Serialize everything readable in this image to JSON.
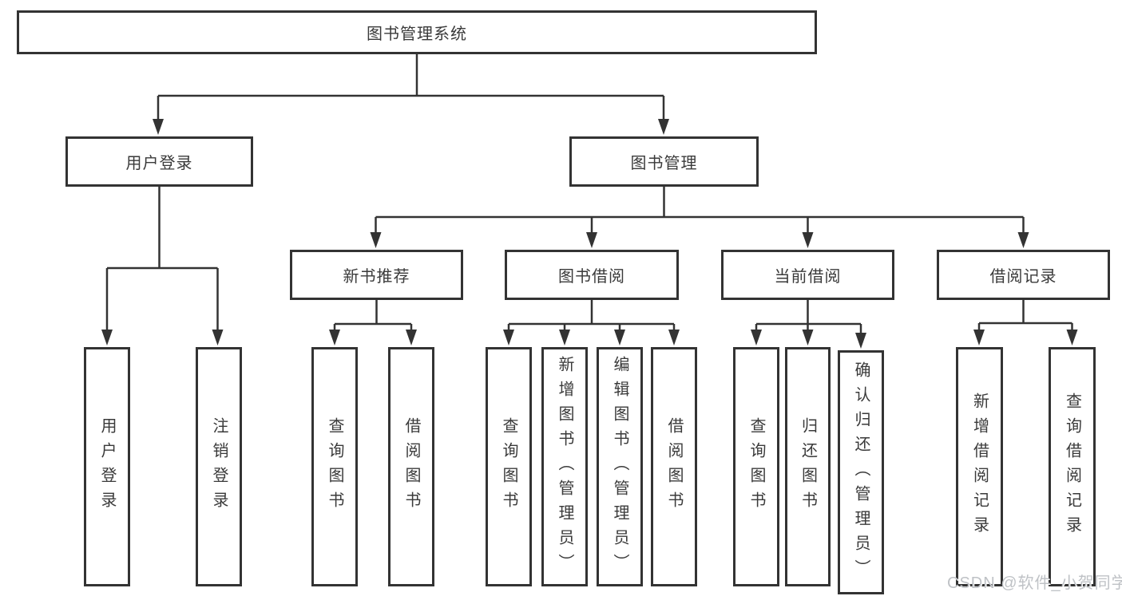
{
  "tree": {
    "label": "图书管理系统",
    "children": [
      {
        "label": "用户登录",
        "children": [
          {
            "label": "用户登录"
          },
          {
            "label": "注销登录"
          }
        ]
      },
      {
        "label": "图书管理",
        "children": [
          {
            "label": "新书推荐",
            "children": [
              {
                "label": "查询图书"
              },
              {
                "label": "借阅图书"
              }
            ]
          },
          {
            "label": "图书借阅",
            "children": [
              {
                "label": "查询图书"
              },
              {
                "label": "新增图书（管理员）"
              },
              {
                "label": "编辑图书（管理员）"
              },
              {
                "label": "借阅图书"
              }
            ]
          },
          {
            "label": "当前借阅",
            "children": [
              {
                "label": "查询图书"
              },
              {
                "label": "归还图书"
              },
              {
                "label": "确认归还（管理员）"
              }
            ]
          },
          {
            "label": "借阅记录",
            "children": [
              {
                "label": "新增借阅记录"
              },
              {
                "label": "查询借阅记录"
              }
            ]
          }
        ]
      }
    ]
  },
  "watermark": {
    "text": "CSDN @软件_小贺同学"
  },
  "colors": {
    "line": "#333333",
    "box_border": "#333333",
    "text": "#3a3a3a",
    "background": "#ffffff",
    "watermark": "#bfc2c6"
  }
}
